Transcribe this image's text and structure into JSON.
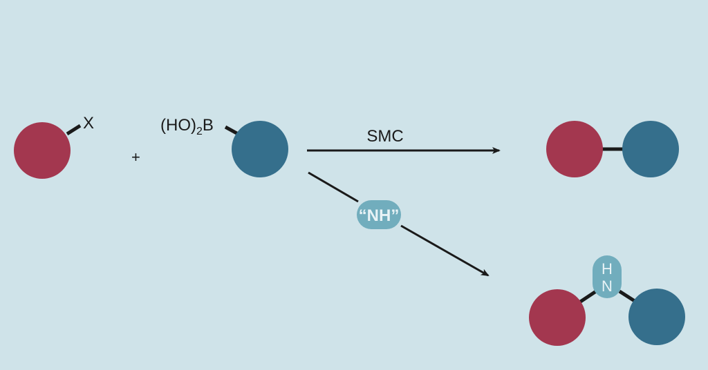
{
  "colors": {
    "background": "#cfe3e9",
    "aryl_halide": "#a3374f",
    "boronic_acid": "#356f8c",
    "nitrogen_source": "#71adbd",
    "bond": "#1a1a1a"
  },
  "reactants": {
    "halide_label": "X",
    "plus": "+",
    "boronic_prefix": "(HO)",
    "boronic_subscript": "2",
    "boronic_suffix": "B"
  },
  "pathways": {
    "smc_label": "SMC",
    "nh_label": "“NH”"
  },
  "products": {
    "amine_h": "H",
    "amine_n": "N"
  }
}
